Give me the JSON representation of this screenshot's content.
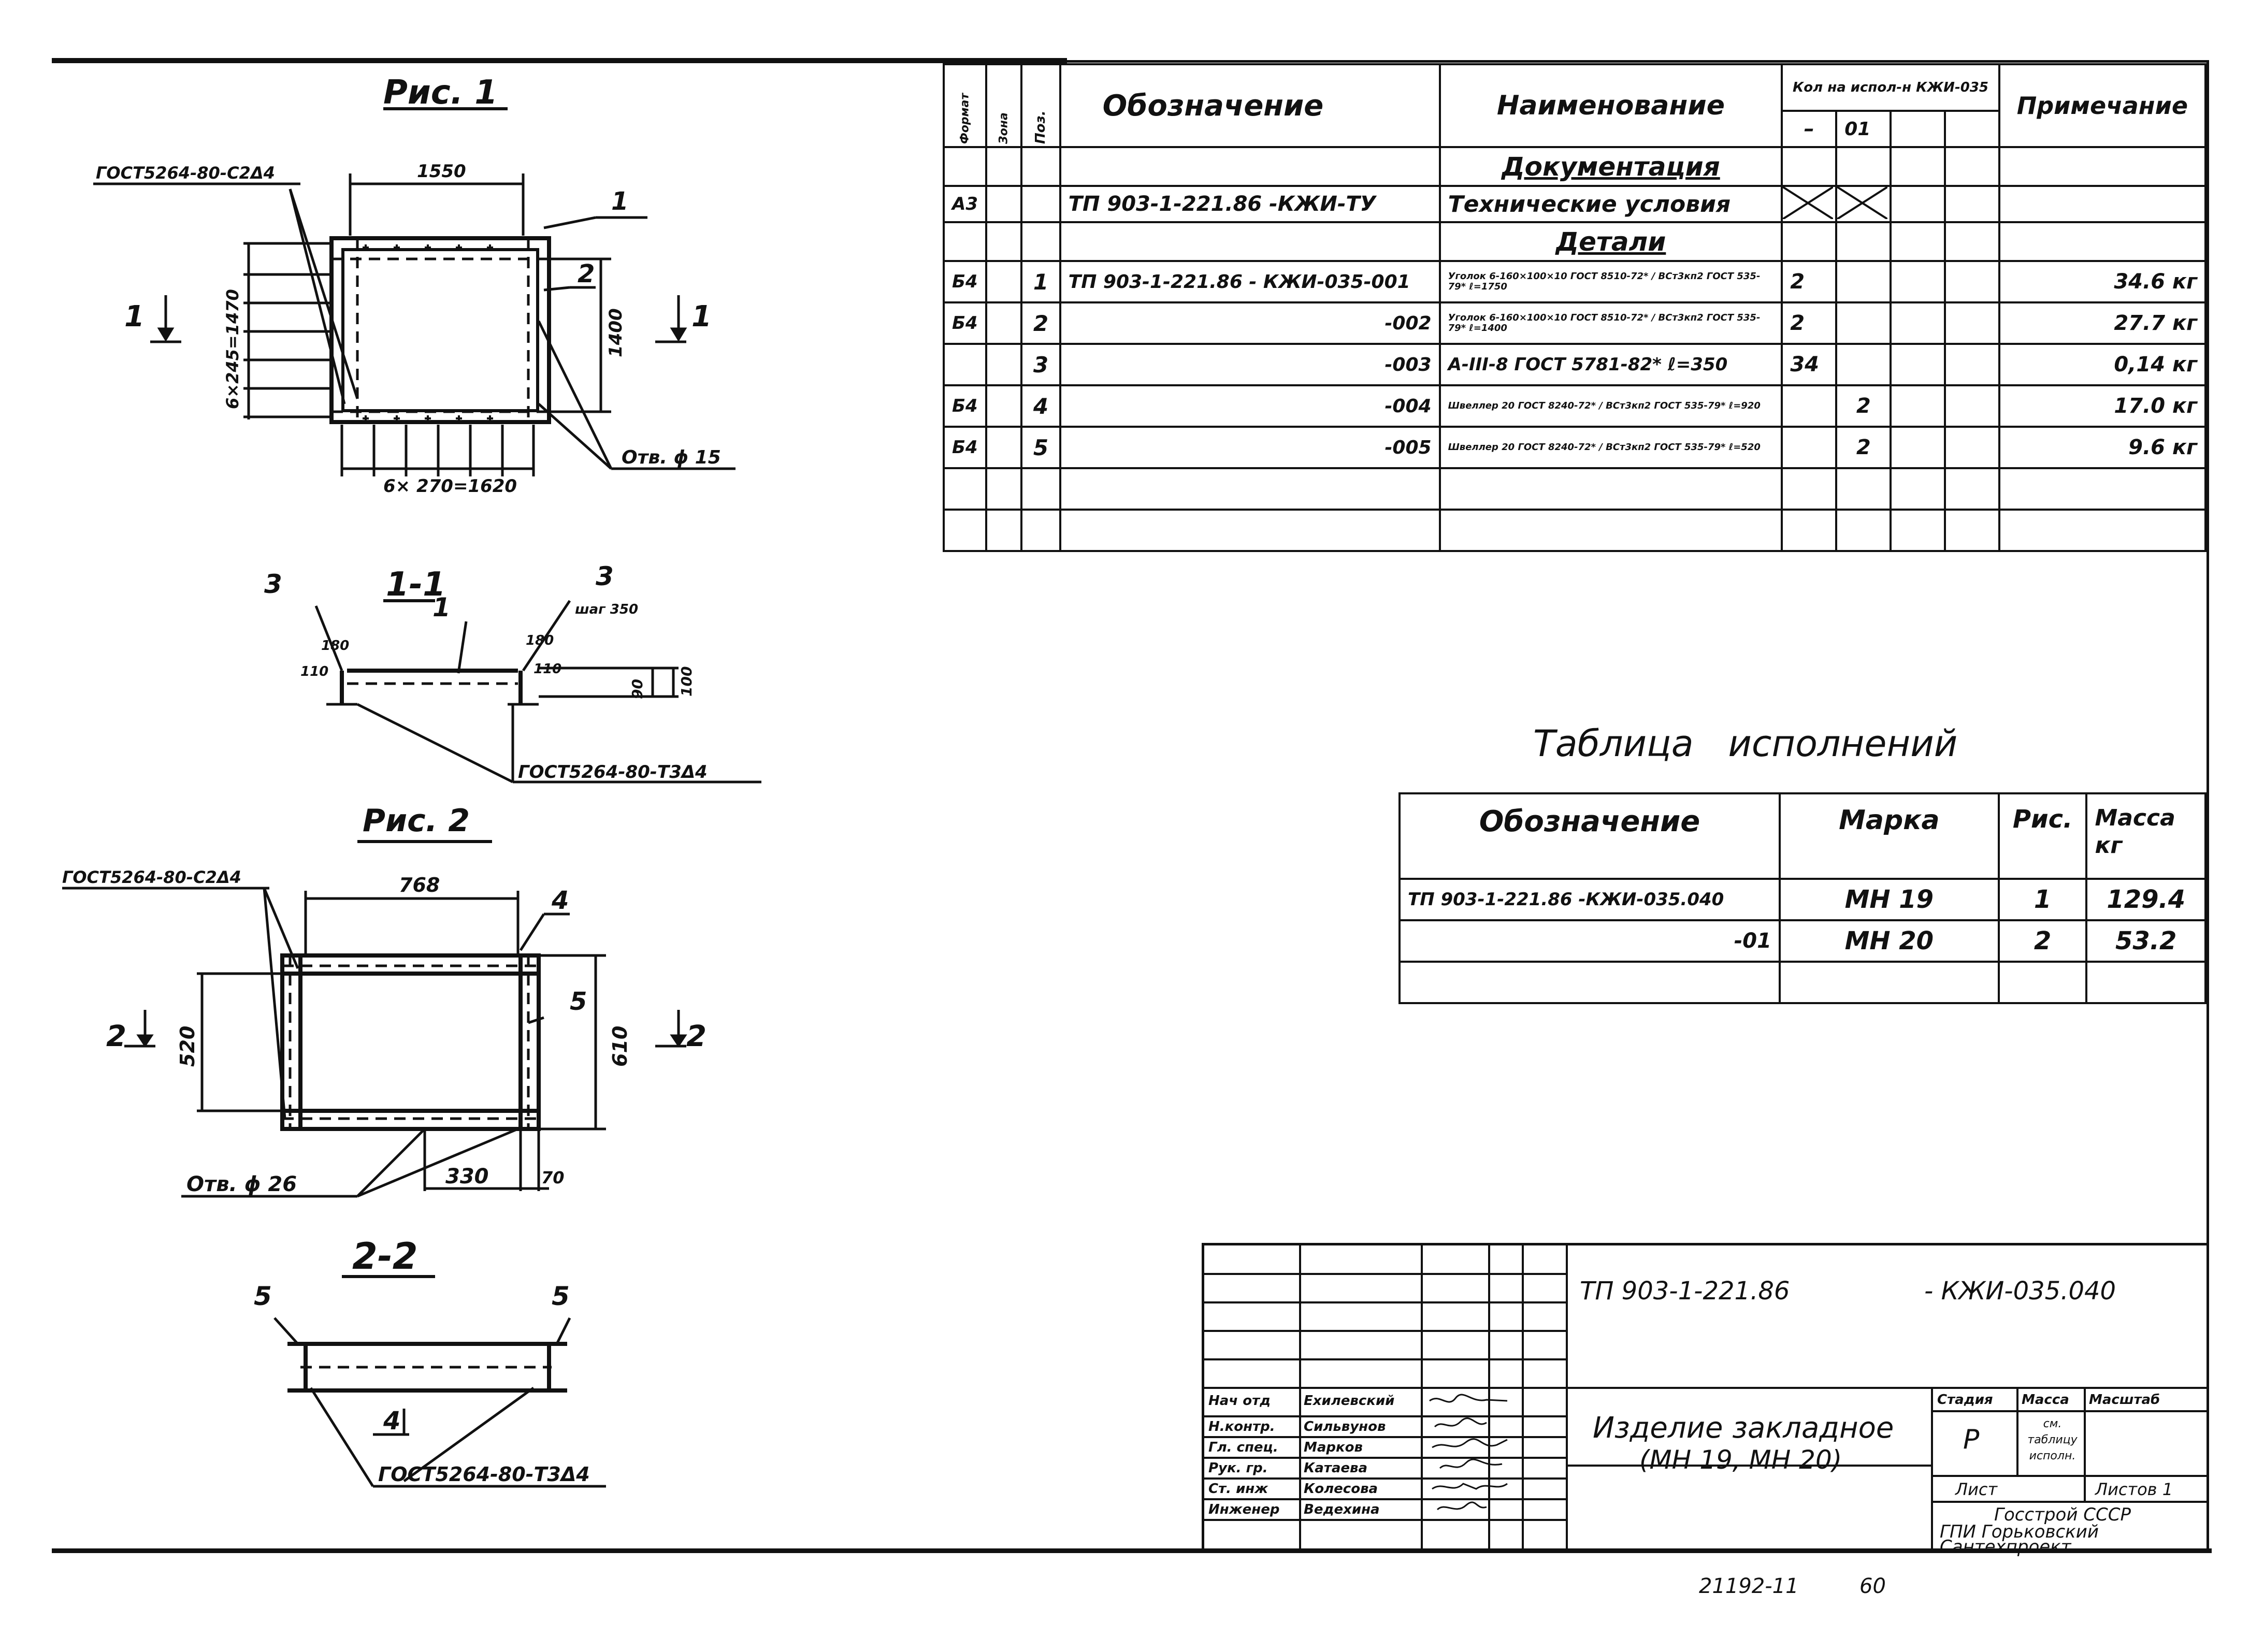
{
  "figures": {
    "fig1": {
      "title": "Рис. 1",
      "weld_label": "ГОСТ5264-80-С2Δ4",
      "dim_top": "1550",
      "dim_right": "1400",
      "dim_left": "6×245=1470",
      "dim_bottom": "6× 270=1620",
      "hole_label": "Отв. ϕ 15",
      "callout_1": "1",
      "callout_2": "2",
      "section_mark_left": "1",
      "section_mark_right": "1"
    },
    "section11": {
      "title": "1-1",
      "callout_3_left": "3",
      "callout_3_right": "3",
      "callout_1": "1",
      "step": "шаг 350",
      "d180_left": "180",
      "d180_right": "180",
      "d110_left": "110",
      "d110_right": "110",
      "d90": "90",
      "d100": "100",
      "weld_label": "ГОСТ5264-80-Т3Δ4"
    },
    "fig2": {
      "title": "Рис. 2",
      "weld_label": "ГОСТ5264-80-С2Δ4",
      "dim_top": "768",
      "dim_left": "520",
      "dim_right": "610",
      "dim_330": "330",
      "dim_70": "70",
      "hole_label": "Отв. ϕ 26",
      "callout_4": "4",
      "callout_5": "5",
      "section_mark_left": "2",
      "section_mark_right": "2"
    },
    "section22": {
      "title": "2-2",
      "callout_5_left": "5",
      "callout_5_right": "5",
      "callout_4": "4",
      "weld_label": "ГОСТ5264-80-Т3Δ4"
    }
  },
  "spec_table": {
    "headers": {
      "format": "Формат",
      "zone": "Зона",
      "pos": "Поз.",
      "designation": "Обозначение",
      "name": "Наименование",
      "qty_group": "Кол на испол-н КЖИ-035",
      "qty_dash": "–",
      "qty_01": "01",
      "note": "Примечание"
    },
    "section_docs": "Документация",
    "section_parts": "Детали",
    "rows": [
      {
        "format": "А3",
        "pos": "",
        "designation": "ТП 903-1-221.86  -КЖИ-ТУ",
        "name": "Технические условия",
        "q1": "",
        "q2": "",
        "note": ""
      },
      {
        "format": "Б4",
        "pos": "1",
        "designation": "ТП 903-1-221.86 - КЖИ-035-001",
        "name": "Уголок 6-160×100×10 ГОСТ 8510-72* / ВСт3кп2 ГОСТ 535-79* ℓ=1750",
        "q1": "2",
        "q2": "",
        "note": "34.6 кг"
      },
      {
        "format": "Б4",
        "pos": "2",
        "designation": "-002",
        "name": "Уголок 6-160×100×10 ГОСТ 8510-72* / ВСт3кп2 ГОСТ 535-79* ℓ=1400",
        "q1": "2",
        "q2": "",
        "note": "27.7 кг"
      },
      {
        "format": "",
        "pos": "3",
        "designation": "-003",
        "name": "А-III-8 ГОСТ 5781-82* ℓ=350",
        "q1": "34",
        "q2": "",
        "note": "0,14 кг"
      },
      {
        "format": "Б4",
        "pos": "4",
        "designation": "-004",
        "name": "Швеллер 20 ГОСТ 8240-72* / ВСт3кп2 ГОСТ 535-79* ℓ=920",
        "q1": "",
        "q2": "2",
        "note": "17.0 кг"
      },
      {
        "format": "Б4",
        "pos": "5",
        "designation": "-005",
        "name": "Швеллер 20 ГОСТ 8240-72* / ВСт3кп2 ГОСТ 535-79* ℓ=520",
        "q1": "",
        "q2": "2",
        "note": "9.6 кг"
      }
    ]
  },
  "exec_table": {
    "title": "Таблица   исполнений",
    "headers": {
      "designation": "Обозначение",
      "mark": "Марка",
      "fig": "Рис.",
      "mass": "Масса кг"
    },
    "rows": [
      {
        "designation": "ТП 903-1-221.86 -КЖИ-035.040",
        "mark": "МН 19",
        "fig": "1",
        "mass": "129.4"
      },
      {
        "designation": "-01",
        "mark": "МН 20",
        "fig": "2",
        "mass": "53.2"
      }
    ]
  },
  "title_block": {
    "doc_code": "ТП 903-1-221.86",
    "doc_suffix": "- КЖИ-035.040",
    "product_title_line1": "Изделие закладное",
    "product_title_line2": "(МН 19, МН 20)",
    "stage_label": "Стадия",
    "stage_value": "Р",
    "mass_label": "Масса",
    "mass_value": "см. таблицу исполн.",
    "scale_label": "Масштаб",
    "sheet_label": "Лист",
    "sheets_label": "Листов 1",
    "org_line1": "Госстрой СССР",
    "org_line2": "ГПИ Горьковский",
    "org_line3": "Сантехпроект",
    "signatures": [
      {
        "role": "Нач отд",
        "name": "Ехилевский"
      },
      {
        "role": "Н.контр.",
        "name": "Сильвунов"
      },
      {
        "role": "Гл. спец.",
        "name": "Марков"
      },
      {
        "role": "Рук. гр.",
        "name": "Катаева"
      },
      {
        "role": "Ст. инж",
        "name": "Колесова"
      },
      {
        "role": "Инженер",
        "name": "Ведехина"
      }
    ]
  },
  "footer": {
    "inventory": "21192-11",
    "page_no": "60"
  }
}
